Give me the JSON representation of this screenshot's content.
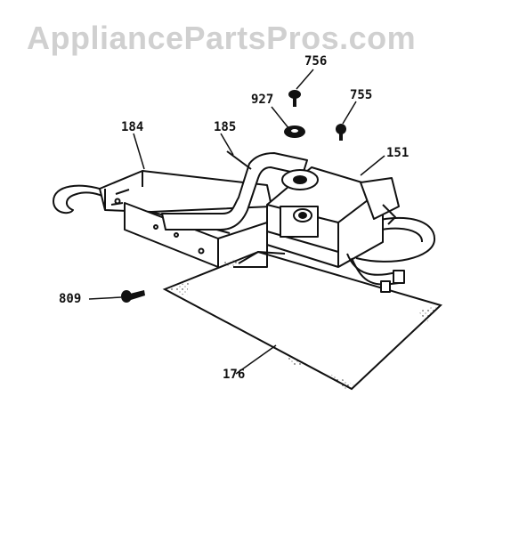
{
  "watermark": {
    "text": "AppliancePartsPros.com"
  },
  "callouts": {
    "p756": "756",
    "p927": "927",
    "p755": "755",
    "p184": "184",
    "p185": "185",
    "p151": "151",
    "p809": "809",
    "p176": "176"
  },
  "colors": {
    "ink": "#111111",
    "watermark": "#d0d0d0"
  }
}
